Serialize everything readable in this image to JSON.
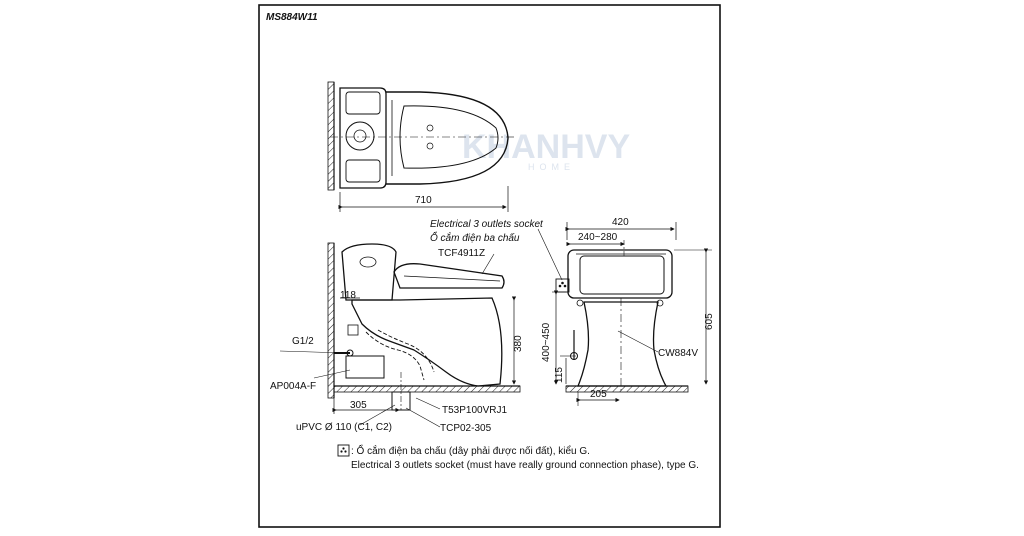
{
  "model_code": "MS884W11",
  "watermark": {
    "brand": "KHANHVY",
    "sub": "HOME"
  },
  "dimensions": {
    "top_width": "710",
    "depth_420": "420",
    "range_240_280": "240~280",
    "height_605": "605",
    "range_400_450": "400~450",
    "height_115": "115",
    "width_205": "205",
    "outlet_305": "305",
    "height_380": "380",
    "offset_118": "118"
  },
  "labels": {
    "socket_en": "Electrical 3 outlets socket",
    "socket_vi": "Ổ cắm điện ba chấu",
    "seat_model": "TCF4911Z",
    "g12": "G1/2",
    "ap004": "AP004A-F",
    "t53": "T53P100VRJ1",
    "upvc": "uPVC Ø 110 (C1, C2)",
    "tcp02": "TCP02-305",
    "cw884v": "CW884V"
  },
  "notes": {
    "line_vi": ": Ổ cắm điện ba chấu (dây phải được nối đất), kiểu G.",
    "line_en": "Electrical 3 outlets socket (must have really ground connection phase), type G."
  }
}
